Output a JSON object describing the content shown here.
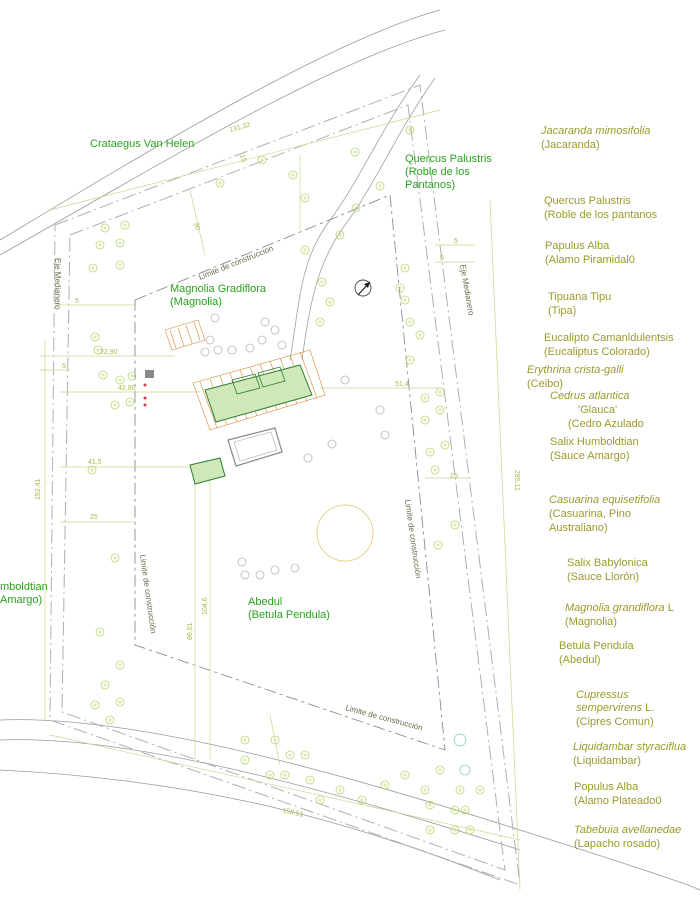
{
  "plan_labels": {
    "crataegus": "Crataegus Van Helen",
    "quercus": [
      "Quercus Palustris",
      "(Roble de los",
      "Pantanos)"
    ],
    "magnolia": [
      "Magnolia Gradiflora",
      "(Magnolia)"
    ],
    "abedul": [
      "Abedul",
      "(Betula Pendula)"
    ],
    "salix_cut": [
      "mboldtian",
      "Amargo)"
    ]
  },
  "annotations": {
    "eje_left": "Eje Medianero",
    "eje_right": "Eje Medianero",
    "limite_top": "Limite de construccion",
    "limite_left": "Limite de construcción",
    "limite_right": "Limite de construcción",
    "limite_bottom": "Limite de construcción"
  },
  "dimensions": {
    "d_131": "131,32",
    "d_30": "30",
    "d_15": "15",
    "d_5a": "5",
    "d_5b": "5",
    "d_5c": "5",
    "d_5d": "5",
    "d_2290": "22,90",
    "d_4280": "42,80",
    "d_514": "51,4",
    "d_415": "41,5",
    "d_25a": "25",
    "d_25b": "25",
    "d_15241": "152,41",
    "d_28511": "285,11",
    "d_8661": "86,61",
    "d_1046": "104,6",
    "d_15851": "158,51"
  },
  "legend": [
    {
      "latin": "Jacaranda mimosifolia",
      "common": "(Jacaranda)",
      "italic": true
    },
    {
      "latin": "Quercus Palustris",
      "common": "(Roble de los pantanos",
      "italic": false
    },
    {
      "latin": "Papulus Alba",
      "common": "(Alamo Piramidal0",
      "italic": false
    },
    {
      "latin": "Tipuana Tipu",
      "common": "(Tipa)",
      "italic": false
    },
    {
      "latin": "Eucalipto Camanldulentsis",
      "common": "(Eucaliptus Colorado)",
      "italic": false
    },
    {
      "latin": "Erythrina crista-galli",
      "common": "(Ceibo)",
      "italic": true
    },
    {
      "latin": "Cedrus atlantica",
      "extra": "'Glauca'",
      "common": "(Cedro Azulado",
      "italic": true
    },
    {
      "latin": "Salix Humboldtian",
      "common": "(Sauce Amargo)",
      "italic": false
    },
    {
      "latin": "Casuarina equisetifolia",
      "common": "(Casuarina, Pino",
      "common2": "Australiano)",
      "italic": true
    },
    {
      "latin": "Salix Babylonica",
      "common": "(Sauce Llorón)",
      "italic": false
    },
    {
      "latin": "Magnolia grandiflora",
      "latin_suffix": " L",
      "common": "(Magnolia)",
      "italic": true
    },
    {
      "latin": "Betula Pendula",
      "common": "(Abedul)",
      "italic": false
    },
    {
      "latin": "Cupressus",
      "latin2": "sempervirens",
      "latin2_suffix": " L.",
      "common": "(Cipres Comun)",
      "italic": true
    },
    {
      "latin": "Liquidambar styraciflua",
      "common": "(Liquidambar)",
      "italic": true
    },
    {
      "latin": "Populus Alba",
      "common": "(Alamo Plateado0",
      "italic": false
    },
    {
      "latin": "Tabebuia avellanedae",
      "common": "(Lapacho rosado)",
      "italic": true
    }
  ],
  "colors": {
    "plant_label": "#2aa11e",
    "legend_text": "#9a9a2a",
    "dimension": "#a8b84a",
    "building_fill": "#cfe8b8",
    "building_stroke": "#2e7d32",
    "deck": "#d98a3a"
  }
}
